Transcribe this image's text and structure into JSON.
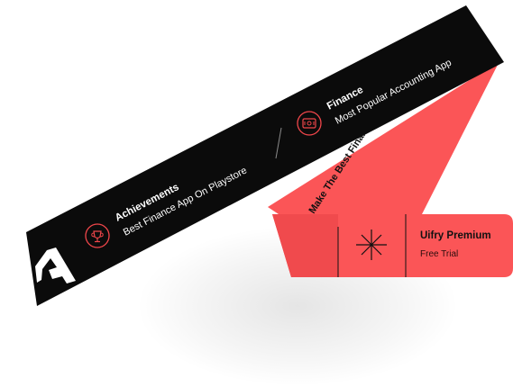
{
  "ribbon": {
    "achievements_title": "Achievements",
    "achievements_subtitle": "Best Finance App On Playstore",
    "finance_title": "Finance",
    "finance_subtitle": "Most Popular Accounting App",
    "icons": [
      "trophy-icon",
      "money-icon"
    ]
  },
  "red_ribbon": {
    "text": "Make The Best Financial De"
  },
  "premium_card": {
    "title": "Uifry Premium",
    "subtitle": "Free Trial",
    "icon": "sparkle-star-icon"
  },
  "colors": {
    "ribbon_black": "#0b0b0b",
    "accent_red": "#fb5557",
    "accent_red_dark": "#e8474a",
    "icon_stroke": "#f0464a"
  }
}
